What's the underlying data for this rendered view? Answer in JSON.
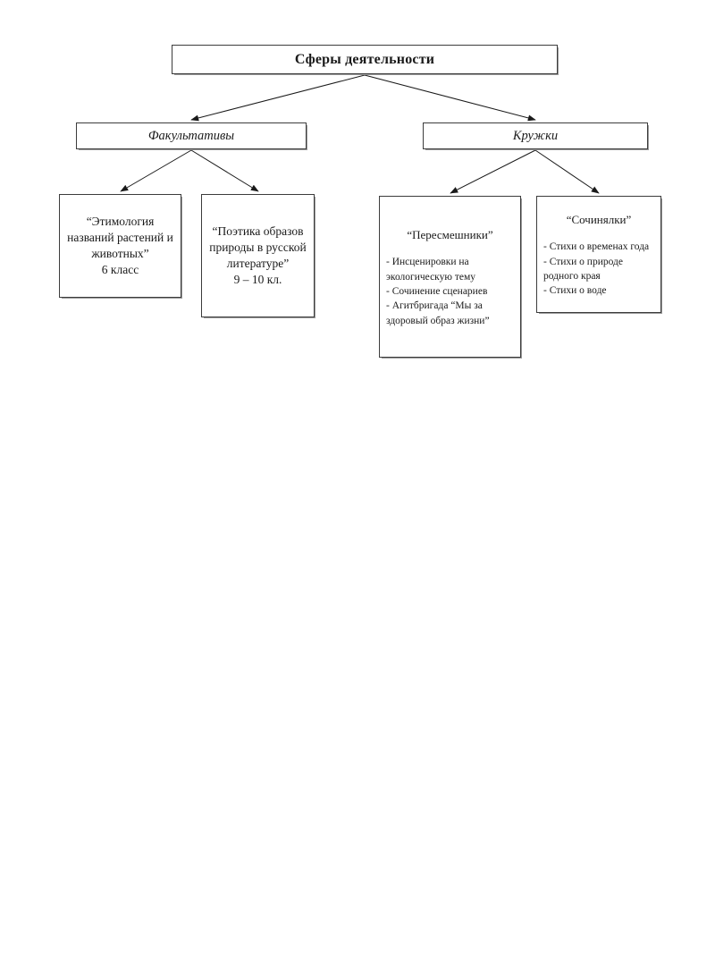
{
  "diagram": {
    "type": "tree-hierarchy",
    "root": {
      "label": "Сферы деятельности"
    },
    "branches": [
      {
        "label": "Факультативы"
      },
      {
        "label": "Кружки"
      }
    ],
    "leaves": [
      {
        "title": "“Этимология названий растений и животных”",
        "subtitle": "6 класс",
        "items": []
      },
      {
        "title": "“Поэтика образов природы в русской литературе”",
        "subtitle": "9 – 10 кл.",
        "items": []
      },
      {
        "title": "“Пересмешники”",
        "subtitle": "",
        "items": [
          "- Инсценировки на экологическую тему",
          "- Сочинение сценариев",
          "- Агитбригада “Мы за здоровый образ жизни”"
        ]
      },
      {
        "title": "“Сочинялки”",
        "subtitle": "",
        "items": [
          "- Стихи о временах года",
          "- Стихи о природе родного края",
          "- Стихи о воде"
        ]
      }
    ],
    "colors": {
      "box_border": "#3c3c3c",
      "box_shadow": "#9a9a9a",
      "connector": "#1a1a1a",
      "background": "#ffffff",
      "text": "#1a1a1a"
    }
  }
}
